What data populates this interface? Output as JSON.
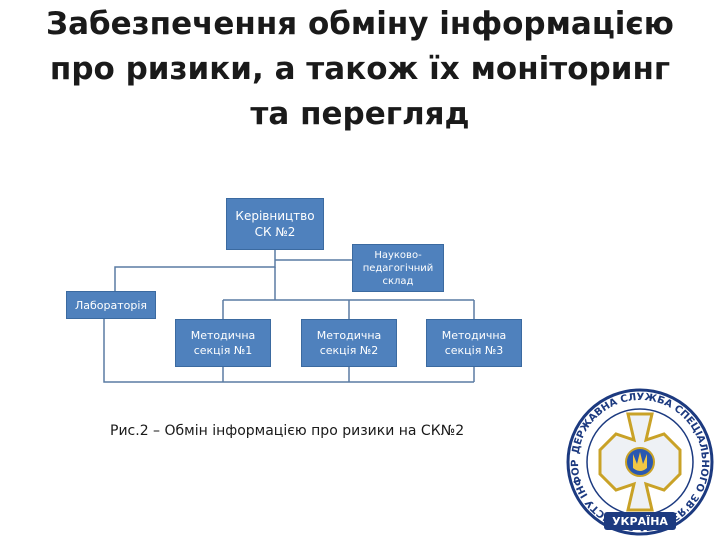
{
  "slide": {
    "title_lines": [
      "Забезпечення обміну інформацією",
      "про ризики, а також їх моніторинг",
      "та перегляд"
    ],
    "caption": "Рис.2 – Обмін інформацією про ризики на СК№2"
  },
  "org_chart": {
    "leadership": [
      "Керівництво",
      "СК №2"
    ],
    "staff": [
      "Науково-",
      "педагогічний",
      "склад"
    ],
    "laboratory": "Лабораторія",
    "sections": [
      [
        "Методична",
        "секція №1"
      ],
      [
        "Методична",
        "секція №2"
      ],
      [
        "Методична",
        "секція №3"
      ]
    ]
  },
  "emblem": {
    "ring_text": "ДЕРЖАВНА СЛУЖБА СПЕЦІАЛЬНОГО ЗВ'ЯЗКУ ТА ЗАХИСТУ ІНФОРМАЦІЇ",
    "ribbon_text": "УКРАЇНА",
    "colors": {
      "ring": "#1c3a80",
      "gold": "#c9a227",
      "cross": "#eef1f5"
    }
  },
  "colors": {
    "box_fill": "#4f81bd",
    "connector": "#5a7ba3"
  }
}
